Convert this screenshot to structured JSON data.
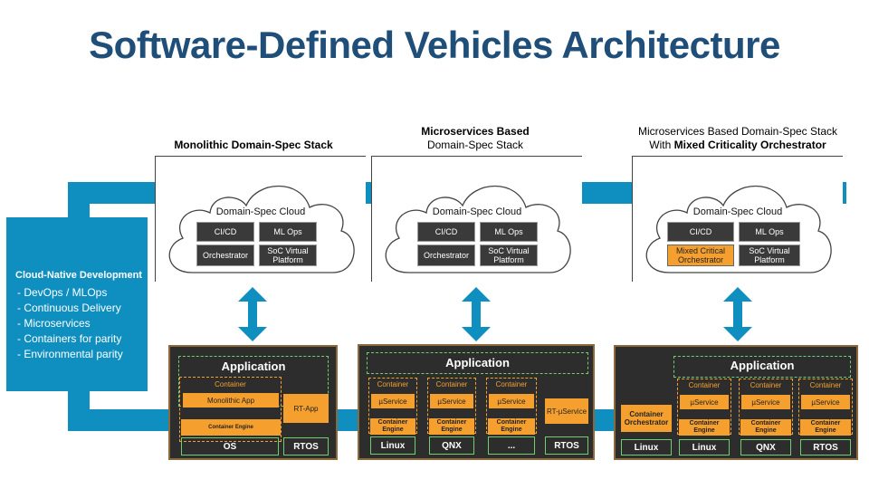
{
  "title": "Software-Defined Vehicles Architecture",
  "headers": {
    "monolithic": "Monolithic Domain-Spec Stack",
    "microservices_line1": "Microservices Based",
    "microservices_line2": "Domain-Spec Stack",
    "mixed_line1": "Microservices Based Domain-Spec Stack",
    "mixed_prefix": "With ",
    "mixed_bold": "Mixed Criticality Orchestrator"
  },
  "sidebar": {
    "title": "Cloud-Native Development",
    "items": [
      "-  DevOps / MLOps",
      "-  Continuous Delivery",
      "-  Microservices",
      "-  Containers for parity",
      "-  Environmental parity"
    ]
  },
  "cloud": {
    "label": "Domain-Spec Cloud",
    "cicd": "CI/CD",
    "mlops": "ML Ops",
    "orchestrator": "Orchestrator",
    "mixed_orchestrator": "Mixed Critical Orchestrator",
    "soc": "SoC Virtual Platform"
  },
  "panels": {
    "application": "Application",
    "container": "Container",
    "monolithic_app": "Monolithic App",
    "container_engine": "Container Engine",
    "rt_app": "RT-App",
    "rt_uservice": "RT-µService",
    "uservice": "µService",
    "container_orchestrator": "Container Orchestrator",
    "os": "OS",
    "rtos": "RTOS",
    "linux": "Linux",
    "qnx": "QNX",
    "ellipsis": "..."
  },
  "colors": {
    "accent": "#0f8fc0",
    "title": "#1f4e79",
    "orange": "#f5a02e",
    "panel": "#2d2d2d",
    "green_dash": "#6fcf6f"
  }
}
